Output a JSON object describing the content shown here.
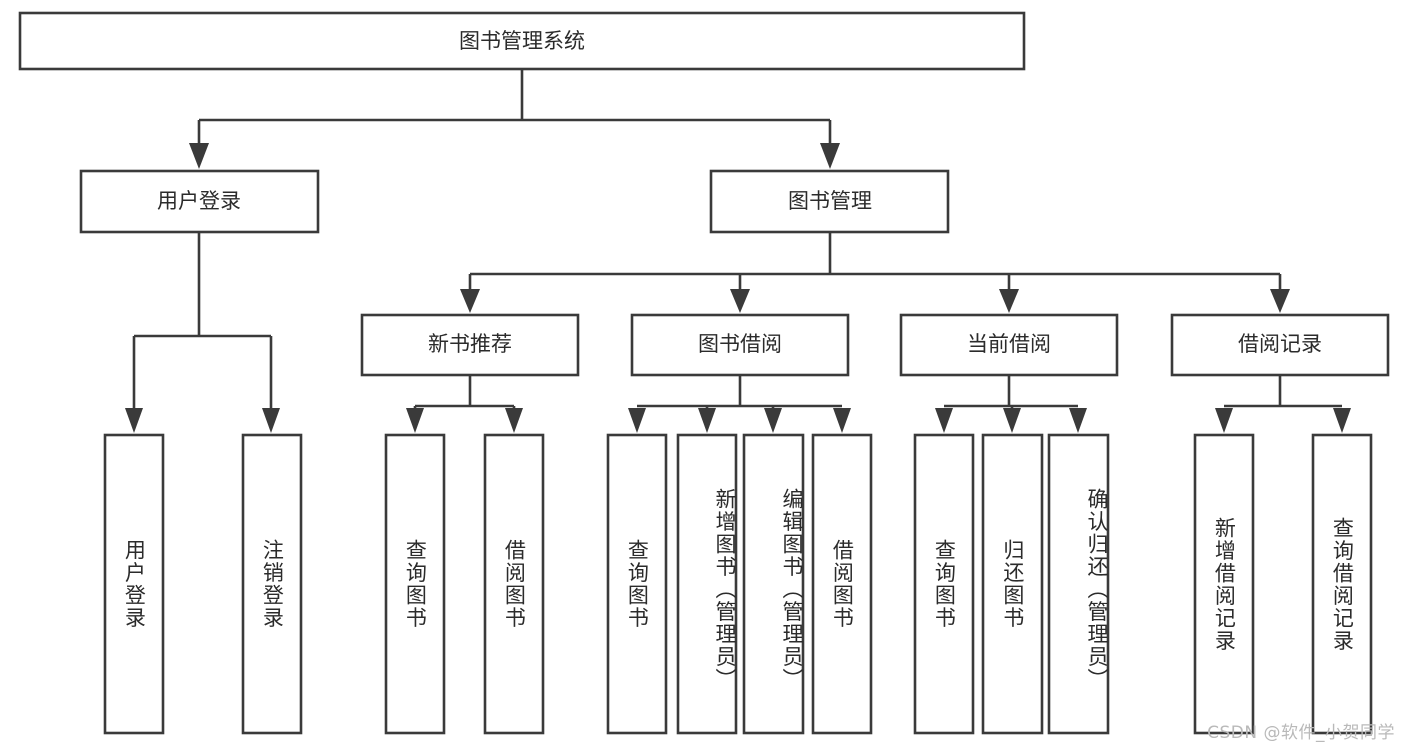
{
  "diagram": {
    "title": "图书管理系统",
    "watermark": "CSDN @软件_小贺同学",
    "orientation": "top-down-tree",
    "levels": 4,
    "nodes": {
      "root": {
        "label": "图书管理系统",
        "orient": "horizontal"
      },
      "user_login": {
        "label": "用户登录",
        "orient": "horizontal"
      },
      "book_manage": {
        "label": "图书管理",
        "orient": "horizontal"
      },
      "new_book_rec": {
        "label": "新书推荐",
        "orient": "horizontal"
      },
      "book_borrow": {
        "label": "图书借阅",
        "orient": "horizontal"
      },
      "current_borrow": {
        "label": "当前借阅",
        "orient": "horizontal"
      },
      "borrow_record": {
        "label": "借阅记录",
        "orient": "horizontal"
      },
      "leaf_user_login": {
        "label": "用户登录",
        "orient": "vertical"
      },
      "leaf_logout": {
        "label": "注销登录",
        "orient": "vertical"
      },
      "leaf_query_book_a": {
        "label": "查询图书",
        "orient": "vertical"
      },
      "leaf_borrow_book_a": {
        "label": "借阅图书",
        "orient": "vertical"
      },
      "leaf_query_book_b": {
        "label": "查询图书",
        "orient": "vertical"
      },
      "leaf_add_book": {
        "label": "新增图书（管理员）",
        "orient": "vertical"
      },
      "leaf_edit_book": {
        "label": "编辑图书（管理员）",
        "orient": "vertical"
      },
      "leaf_borrow_book_b": {
        "label": "借阅图书",
        "orient": "vertical"
      },
      "leaf_query_book_c": {
        "label": "查询图书",
        "orient": "vertical"
      },
      "leaf_return_book": {
        "label": "归还图书",
        "orient": "vertical"
      },
      "leaf_confirm_return": {
        "label": "确认归还（管理员）",
        "orient": "vertical"
      },
      "leaf_add_record": {
        "label": "新增借阅记录",
        "orient": "vertical"
      },
      "leaf_query_record": {
        "label": "查询借阅记录",
        "orient": "vertical"
      }
    },
    "edges": [
      {
        "from": "root",
        "to": "user_login"
      },
      {
        "from": "root",
        "to": "book_manage"
      },
      {
        "from": "user_login",
        "to": "leaf_user_login"
      },
      {
        "from": "user_login",
        "to": "leaf_logout"
      },
      {
        "from": "book_manage",
        "to": "new_book_rec"
      },
      {
        "from": "book_manage",
        "to": "book_borrow"
      },
      {
        "from": "book_manage",
        "to": "current_borrow"
      },
      {
        "from": "book_manage",
        "to": "borrow_record"
      },
      {
        "from": "new_book_rec",
        "to": "leaf_query_book_a"
      },
      {
        "from": "new_book_rec",
        "to": "leaf_borrow_book_a"
      },
      {
        "from": "book_borrow",
        "to": "leaf_query_book_b"
      },
      {
        "from": "book_borrow",
        "to": "leaf_add_book"
      },
      {
        "from": "book_borrow",
        "to": "leaf_edit_book"
      },
      {
        "from": "book_borrow",
        "to": "leaf_borrow_book_b"
      },
      {
        "from": "current_borrow",
        "to": "leaf_query_book_c"
      },
      {
        "from": "current_borrow",
        "to": "leaf_return_book"
      },
      {
        "from": "current_borrow",
        "to": "leaf_confirm_return"
      },
      {
        "from": "borrow_record",
        "to": "leaf_add_record"
      },
      {
        "from": "borrow_record",
        "to": "leaf_query_record"
      }
    ],
    "colors": {
      "stroke": "#3a3a3a",
      "fill": "#ffffff",
      "text": "#2b2b2b",
      "watermark": "#b9b9b9"
    }
  }
}
